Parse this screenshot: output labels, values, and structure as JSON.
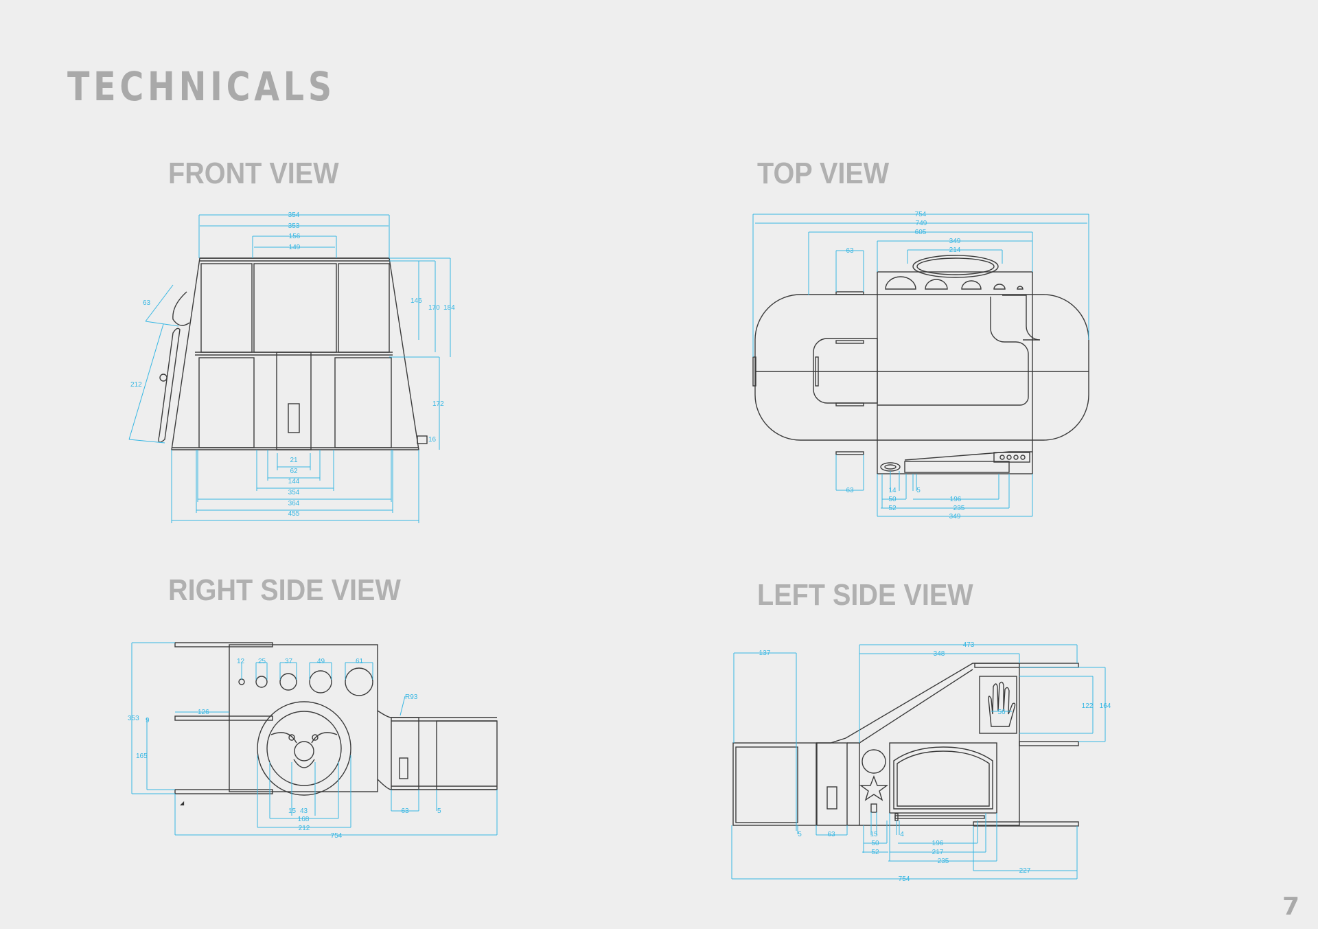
{
  "page": {
    "title": "TECHNICALS",
    "page_number": "7"
  },
  "views": {
    "front": {
      "title": "FRONT VIEW",
      "dims": [
        "354",
        "353",
        "156",
        "149",
        "146",
        "170",
        "184",
        "63",
        "212",
        "172",
        "16",
        "21",
        "62",
        "144",
        "354",
        "364",
        "455"
      ]
    },
    "top": {
      "title": "TOP VIEW",
      "dims": [
        "754",
        "749",
        "605",
        "349",
        "214",
        "63",
        "63",
        "14",
        "5",
        "50",
        "52",
        "196",
        "235",
        "349"
      ]
    },
    "right": {
      "title": "RIGHT SIDE VIEW",
      "dims": [
        "12",
        "25",
        "37",
        "49",
        "61",
        "R93",
        "353",
        "9",
        "126",
        "165",
        "15",
        "43",
        "168",
        "212",
        "754",
        "63",
        "5"
      ]
    },
    "left": {
      "title": "LEFT SIDE VIEW",
      "dims": [
        "473",
        "348",
        "137",
        "122",
        "164",
        "56",
        "5",
        "63",
        "15",
        "4",
        "50",
        "52",
        "196",
        "217",
        "235",
        "227",
        "754"
      ]
    }
  },
  "colors": {
    "background": "#eeeeee",
    "title": "#a9a9a9",
    "outline": "#3a3a3a",
    "dimension": "#35b6e3"
  }
}
